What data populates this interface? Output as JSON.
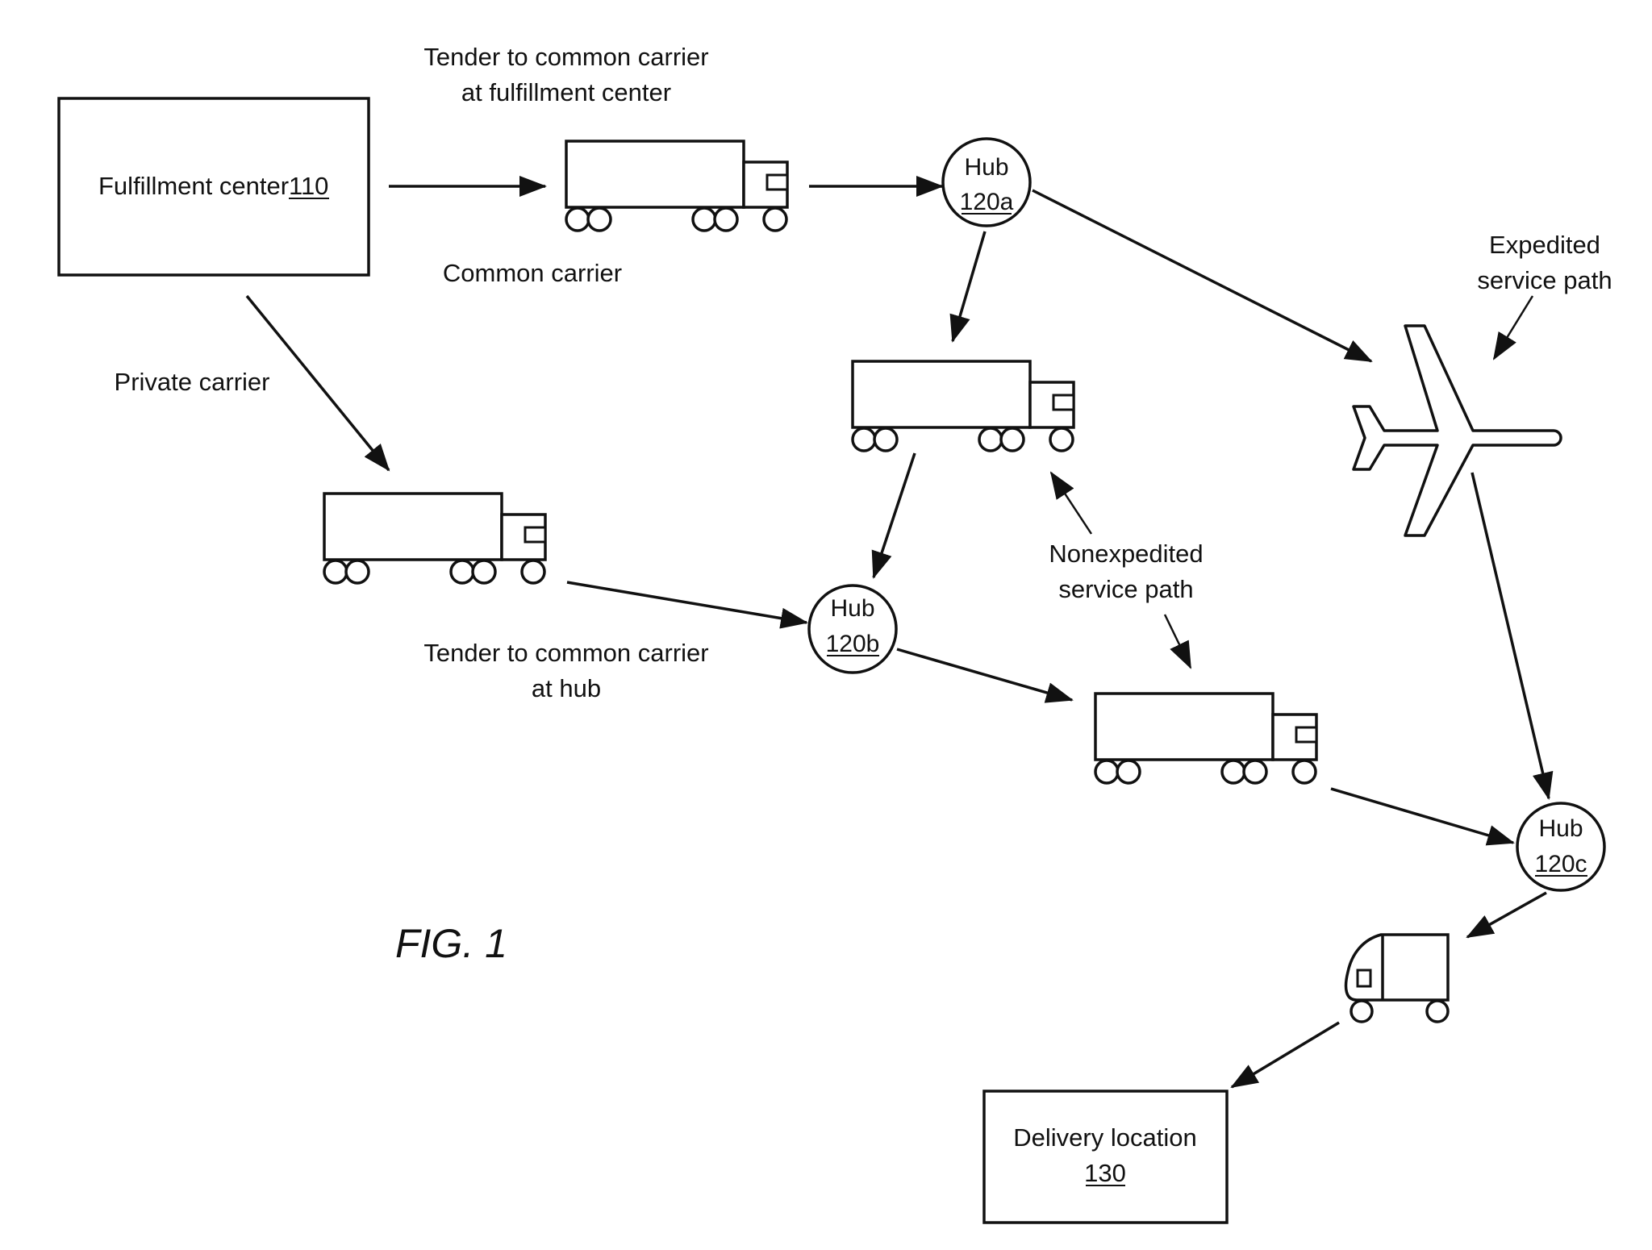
{
  "figure_label": "FIG. 1",
  "nodes": {
    "fulfillment_center": {
      "label": "Fulfillment center",
      "ref": "110"
    },
    "delivery_location": {
      "label": "Delivery location",
      "ref": "130"
    },
    "hub_a": {
      "label": "Hub",
      "ref": "120a"
    },
    "hub_b": {
      "label": "Hub",
      "ref": "120b"
    },
    "hub_c": {
      "label": "Hub",
      "ref": "120c"
    }
  },
  "annotations": {
    "tender_fc_line1": "Tender to common carrier",
    "tender_fc_line2": "at fulfillment center",
    "common_carrier": "Common carrier",
    "private_carrier": "Private carrier",
    "tender_hub_line1": "Tender to common carrier",
    "tender_hub_line2": "at hub",
    "nonexpedited_line1": "Nonexpedited",
    "nonexpedited_line2": "service path",
    "expedited_line1": "Expedited",
    "expedited_line2": "service path"
  },
  "icons": [
    "truck-icon",
    "airplane-icon",
    "delivery-van-icon"
  ]
}
